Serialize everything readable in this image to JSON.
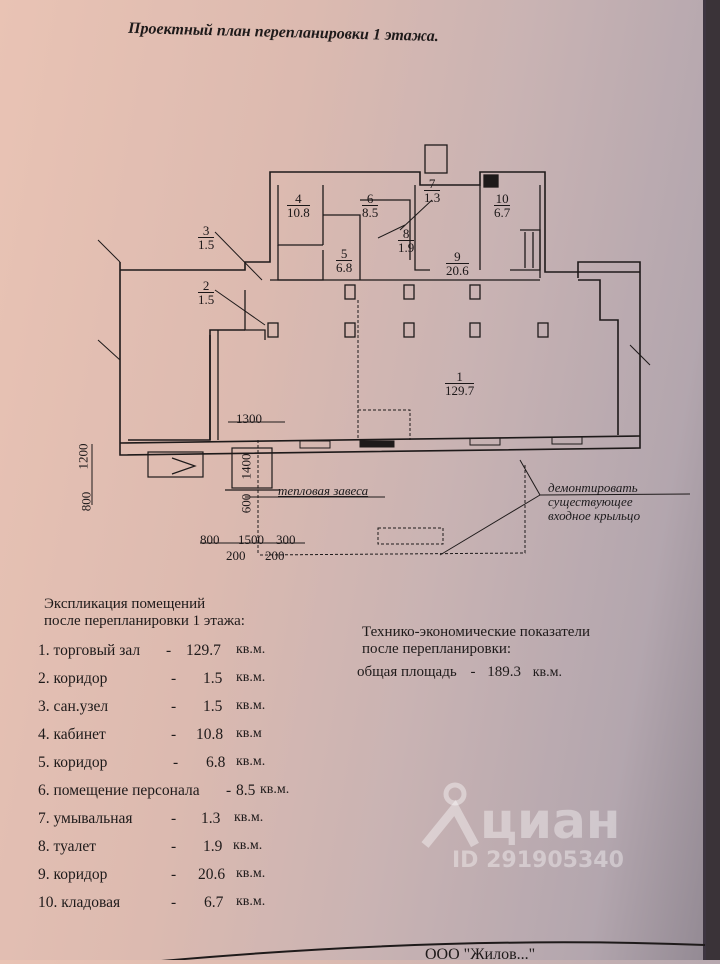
{
  "title": "Проектный план перепланировки 1 этажа.",
  "plan": {
    "rooms": [
      {
        "num": "1",
        "area": "129.7"
      },
      {
        "num": "2",
        "area": "1.5"
      },
      {
        "num": "3",
        "area": "1.5"
      },
      {
        "num": "4",
        "area": "10.8"
      },
      {
        "num": "5",
        "area": "6.8"
      },
      {
        "num": "6",
        "area": "8.5"
      },
      {
        "num": "7",
        "area": "1.3"
      },
      {
        "num": "8",
        "area": "1.9"
      },
      {
        "num": "9",
        "area": "20.6"
      },
      {
        "num": "10",
        "area": "6.7"
      }
    ],
    "dims": {
      "d1300": "1300",
      "d1200": "1200",
      "d800v": "800",
      "d1400": "1400",
      "d600": "600",
      "d800": "800",
      "d1500": "1500",
      "d300": "300",
      "d200a": "200",
      "d200b": "200"
    },
    "note_curtain": "тепловая завеса",
    "note_demolish": [
      "демонтировать",
      "существующее",
      "входное крыльцо"
    ]
  },
  "explication": {
    "heading": [
      "Экспликация помещений",
      "после перепланировки  1 этажа:"
    ],
    "items": [
      {
        "name": "1. торговый зал",
        "dash": "-",
        "area": "129.7",
        "unit": "кв.м."
      },
      {
        "name": "2. коридор",
        "dash": "-",
        "area": "1.5",
        "unit": "кв.м."
      },
      {
        "name": "3. сан.узел",
        "dash": "-",
        "area": "1.5",
        "unit": "кв.м."
      },
      {
        "name": "4. кабинет",
        "dash": "-",
        "area": "10.8",
        "unit": "кв.м"
      },
      {
        "name": "5. коридор",
        "dash": "-",
        "area": "6.8",
        "unit": "кв.м."
      },
      {
        "name": "6. помещение персонала",
        "dash": "-",
        "area": "8.5",
        "unit": "кв.м."
      },
      {
        "name": "7. умывальная",
        "dash": "-",
        "area": "1.3",
        "unit": "кв.м."
      },
      {
        "name": "8. туалет",
        "dash": "-",
        "area": "1.9",
        "unit": "кв.м."
      },
      {
        "name": "9.  коридор",
        "dash": "-",
        "area": "20.6",
        "unit": "кв.м."
      },
      {
        "name": "10. кладовая",
        "dash": "-",
        "area": "6.7",
        "unit": "кв.м."
      }
    ]
  },
  "indicators": {
    "heading": [
      "Технико-экономические показатели",
      "после перепланировки:"
    ],
    "label": "общая площадь",
    "dash": "-",
    "value": "189.3",
    "unit": "кв.м."
  },
  "footer": "ООО \"Жилов...\"",
  "watermark": {
    "brand": "циан",
    "id": "ID 291905340"
  }
}
